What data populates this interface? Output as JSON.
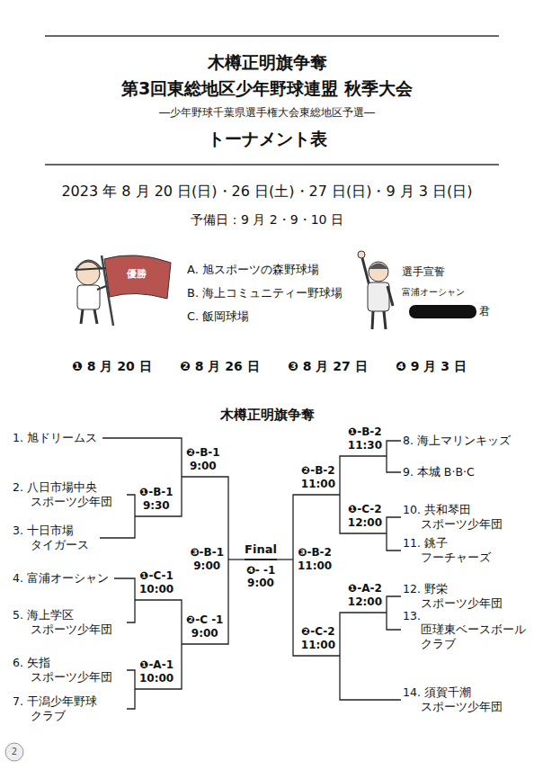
{
  "diagram": {
    "title": "木樽正明旗争奪",
    "nodes": [
      {
        "text": [
          "1. 旭ドリームス"
        ]
      },
      {
        "text": [
          "2. 八日市場中央 スポーツ少年団"
        ]
      },
      {
        "text": [
          "3. 十日市場 タイガース"
        ]
      },
      {
        "text": [
          "4. 富浦オーシャン"
        ]
      },
      {
        "text": [
          "5. 海上学区 スポーツ少年団"
        ]
      },
      {
        "text": [
          "6. 矢指 スポーツ少年団"
        ]
      },
      {
        "text": [
          "7. 干潟少年野球 クラブ"
        ]
      },
      {
        "text": [
          "8. 海上マリンキッズ"
        ]
      },
      {
        "text": [
          "9. 本城 B·B·C"
        ]
      },
      {
        "text": [
          "10. 共和琴田 スポーツ少年団"
        ]
      },
      {
        "text": [
          "11. 銚子 フーチャーズ"
        ]
      },
      {
        "text": [
          "12. 野栄 スポーツ少年団"
        ]
      },
      {
        "text": [
          "13. 匝瑳東ベースボール クラブ"
        ]
      },
      {
        "text": [
          "14. 須賀千潮 スポーツ少年団"
        ]
      },
      {
        "text": [
          "❶-B-1",
          "9:30"
        ]
      },
      {
        "text": [
          "❷-B-1",
          "9:00"
        ]
      },
      {
        "text": [
          "❶-C-1",
          "10:00"
        ]
      },
      {
        "text": [
          "❷-C -1",
          "9:00"
        ]
      },
      {
        "text": [
          "❶-A-1",
          "10:00"
        ]
      },
      {
        "text": [
          "❸-B-1",
          "9:00"
        ]
      },
      {
        "text": [
          "Final",
          "❹- -1",
          "9:00"
        ]
      },
      {
        "text": [
          "❶-B-2",
          "11:30"
        ]
      },
      {
        "text": [
          "❷-B-2",
          "11:00"
        ]
      },
      {
        "text": [
          "❶-C-2",
          "12:00"
        ]
      },
      {
        "text": [
          "❸-B-2",
          "11:00"
        ]
      },
      {
        "text": [
          "❶-A-2",
          "12:00"
        ]
      },
      {
        "text": [
          "❷-C-2",
          "11:00"
        ]
      }
    ],
    "edges": [
      {
        "from": 1,
        "to": 14,
        "arrow": "none"
      },
      {
        "from": 2,
        "to": 14,
        "arrow": "none"
      },
      {
        "from": 0,
        "to": 15,
        "arrow": "none"
      },
      {
        "from": 14,
        "to": 15,
        "arrow": "none"
      },
      {
        "from": 3,
        "to": 16,
        "arrow": "none"
      },
      {
        "from": 4,
        "to": 16,
        "arrow": "none"
      },
      {
        "from": 5,
        "to": 18,
        "arrow": "none"
      },
      {
        "from": 6,
        "to": 18,
        "arrow": "none"
      },
      {
        "from": 16,
        "to": 17,
        "arrow": "none"
      },
      {
        "from": 18,
        "to": 17,
        "arrow": "none"
      },
      {
        "from": 15,
        "to": 19,
        "arrow": "none"
      },
      {
        "from": 17,
        "to": 19,
        "arrow": "none"
      },
      {
        "from": 19,
        "to": 20,
        "arrow": "none"
      },
      {
        "from": 24,
        "to": 20,
        "arrow": "none"
      },
      {
        "from": 7,
        "to": 21,
        "arrow": "none"
      },
      {
        "from": 8,
        "to": 21,
        "arrow": "none"
      },
      {
        "from": 9,
        "to": 23,
        "arrow": "none"
      },
      {
        "from": 10,
        "to": 23,
        "arrow": "none"
      },
      {
        "from": 21,
        "to": 22,
        "arrow": "none"
      },
      {
        "from": 23,
        "to": 22,
        "arrow": "none"
      },
      {
        "from": 11,
        "to": 25,
        "arrow": "none"
      },
      {
        "from": 12,
        "to": 25,
        "arrow": "none"
      },
      {
        "from": 25,
        "to": 26,
        "arrow": "none"
      },
      {
        "from": 13,
        "to": 26,
        "arrow": "none"
      },
      {
        "from": 22,
        "to": 24,
        "arrow": "none"
      },
      {
        "from": 26,
        "to": 24,
        "arrow": "none"
      }
    ],
    "labels": [
      "第3回東総地区少年野球連盟 秋季大会",
      "―少年野球千葉県選手権大会東総地区予選―",
      "トーナメント表",
      "2023 年 8 月 20 日(日)・26 日(土)・27 日(日)・9 月 3 日(日)",
      "予備日：9 月 2・9・10 日",
      "優勝",
      "A. 旭スポーツの森野球場",
      "B. 海上コミュニティー野球場",
      "C. 飯岡球場",
      "選手宣誓",
      "富浦オーシャン",
      "君",
      "❶ 8 月 20 日",
      "❷ 8 月 26 日",
      "❸ 8 月 27 日",
      "❹ 9 月 3 日",
      "木樽正明旗争奪",
      "2"
    ]
  }
}
